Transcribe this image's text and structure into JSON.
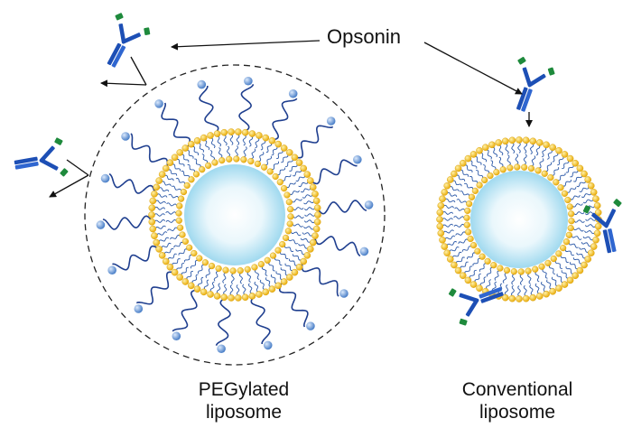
{
  "labels": {
    "opsonin": "Opsonin",
    "pegylated_line1": "PEGylated",
    "pegylated_line2": "liposome",
    "conventional_line1": "Conventional",
    "conventional_line2": "liposome"
  },
  "colors": {
    "lipid_head": "#f5c518",
    "lipid_head_edge": "#d59a00",
    "lipid_tail": "#2d5aa8",
    "peg_chain": "#1f3f8f",
    "peg_bead": "#5b8fd6",
    "core_center": "#ffffff",
    "core_edge": "#9fd9ef",
    "antibody_heavy": "#1d4fb5",
    "antibody_tip": "#1e8a3c",
    "dashed_boundary": "#222222"
  }
}
